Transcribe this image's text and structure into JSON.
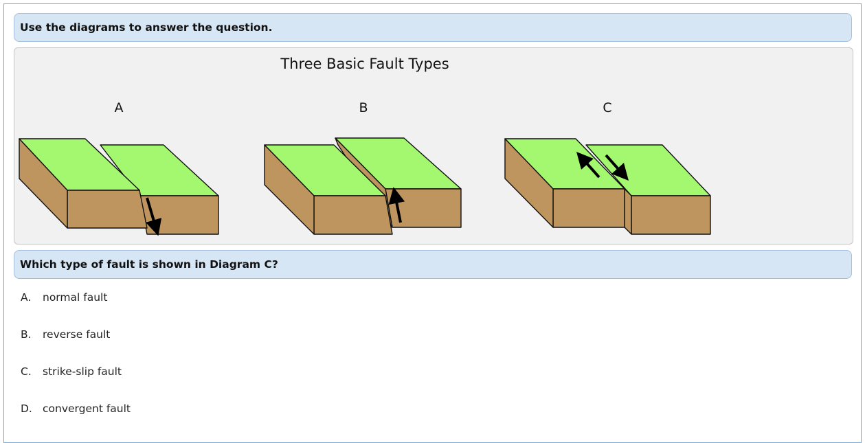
{
  "instruction": "Use the diagrams to answer the question.",
  "figure": {
    "title": "Three Basic Fault Types",
    "diagram_labels": [
      "A",
      "B",
      "C"
    ],
    "colors": {
      "surface": "#a4f870",
      "rock": "#bf955f",
      "outline": "#111111",
      "arrow": "#000000",
      "background": "#f1f1f1"
    }
  },
  "question": "Which type of fault is shown in Diagram C?",
  "options": [
    {
      "letter": "A.",
      "text": "normal fault"
    },
    {
      "letter": "B.",
      "text": "reverse fault"
    },
    {
      "letter": "C.",
      "text": "strike-slip fault"
    },
    {
      "letter": "D.",
      "text": "convergent fault"
    }
  ]
}
